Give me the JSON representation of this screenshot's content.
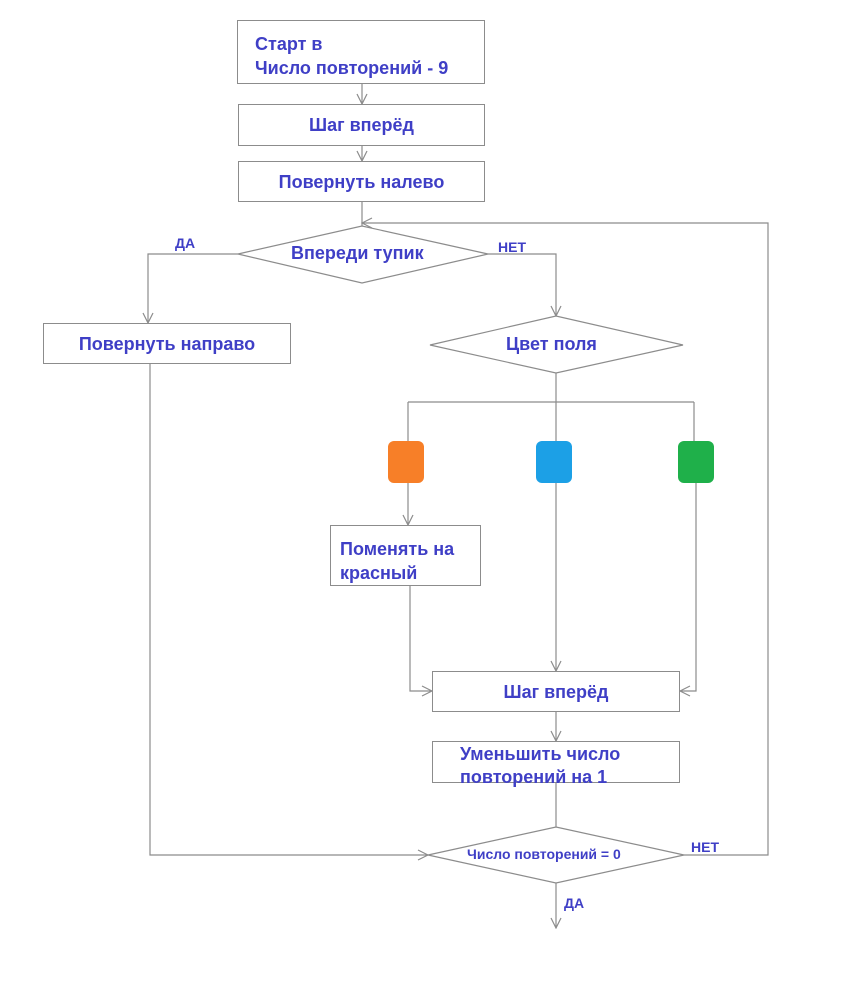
{
  "start": {
    "line1": "Старт в",
    "line2": "Число повторений - 9",
    "direction_icon": "red-triangle-up"
  },
  "step1": "Шаг вперёд",
  "turn_left": "Повернуть налево",
  "dead_end": {
    "question": "Впереди тупик",
    "yes": "ДА",
    "no": "НЕТ"
  },
  "turn_right": "Повернуть направо",
  "field_color": "Цвет поля",
  "swatches": {
    "orange": "#f77f28",
    "blue": "#1ca0e6",
    "green": "#1fb04a"
  },
  "recolor": {
    "line1": "Поменять на",
    "line2": "красный"
  },
  "step2": "Шаг вперёд",
  "decrement": {
    "line1": "Уменьшить число",
    "line2": "повторений на 1"
  },
  "counter_check": {
    "question": "Число повторений = 0",
    "yes": "ДА",
    "no": "НЕТ"
  },
  "colors": {
    "text": "#3f3fc6",
    "line": "#8c8c8c",
    "pointer": "#e6161c"
  }
}
